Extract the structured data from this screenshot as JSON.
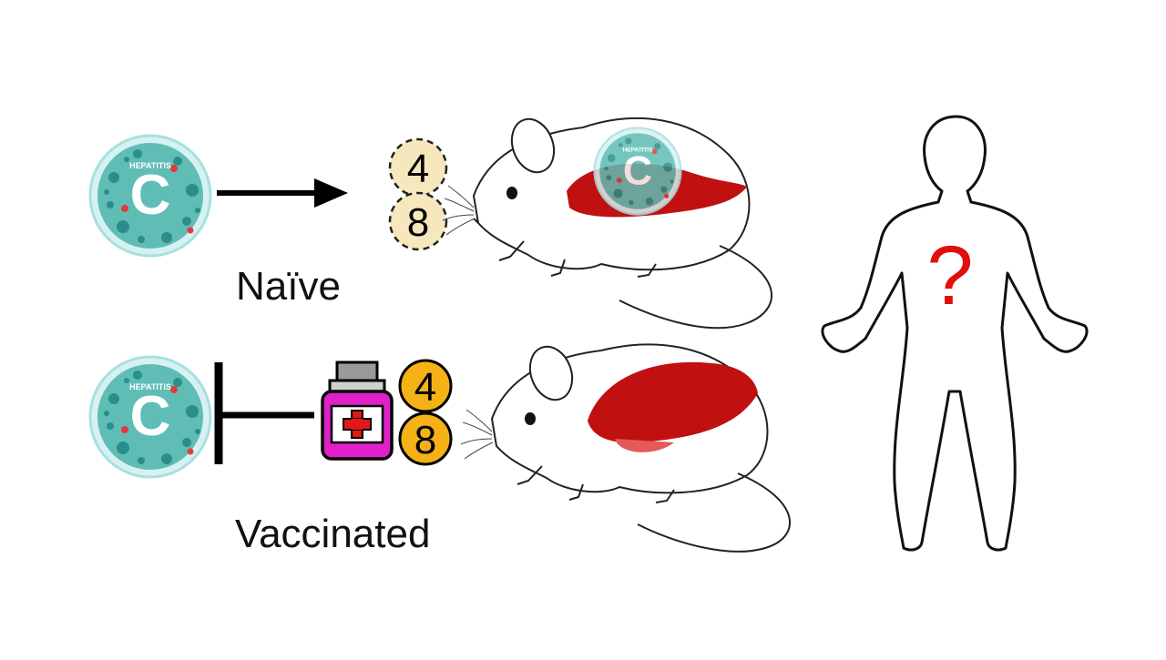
{
  "virus": {
    "banner": "HEPATITIS",
    "letter": "C"
  },
  "vaccine_ids": [
    "4",
    "8"
  ],
  "labels": {
    "naive": "Naïve",
    "vaccinated": "Vaccinated"
  },
  "human": {
    "mark": "?"
  },
  "colors": {
    "virus_fill": "#5fbdb6",
    "virus_dots": "#2a8f88",
    "virus_red": "#e23a3a",
    "liver": "#c01010",
    "badge_naive": "#f7e7bd",
    "badge_vaccinated": "#f4b216",
    "vial_pink": "#e020c8",
    "question": "#e0100f"
  }
}
